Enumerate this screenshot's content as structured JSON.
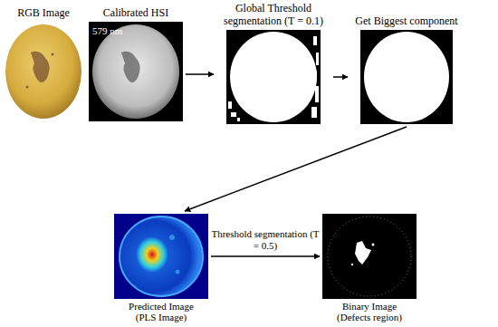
{
  "diagram": {
    "nodes": [
      {
        "text": [
          "RGB Image"
        ]
      },
      {
        "text": [
          "Calibrated HSI",
          "579 nm"
        ]
      },
      {
        "text": [
          "Global Threshold segmentation (T = 0.1)"
        ]
      },
      {
        "text": [
          "Get Biggest component"
        ]
      },
      {
        "text": [
          "Predicted Image (PLS Image)"
        ]
      },
      {
        "text": [
          "Binary Image (Defects region)"
        ]
      }
    ],
    "edges": [
      {
        "from": 1,
        "to": 2,
        "arrow": "to"
      },
      {
        "from": 2,
        "to": 3,
        "arrow": "to"
      },
      {
        "from": 3,
        "to": 4,
        "arrow": "to"
      },
      {
        "from": 4,
        "to": 5,
        "label": "Threshold segmentation (T = 0.5)",
        "arrow": "to"
      }
    ]
  }
}
